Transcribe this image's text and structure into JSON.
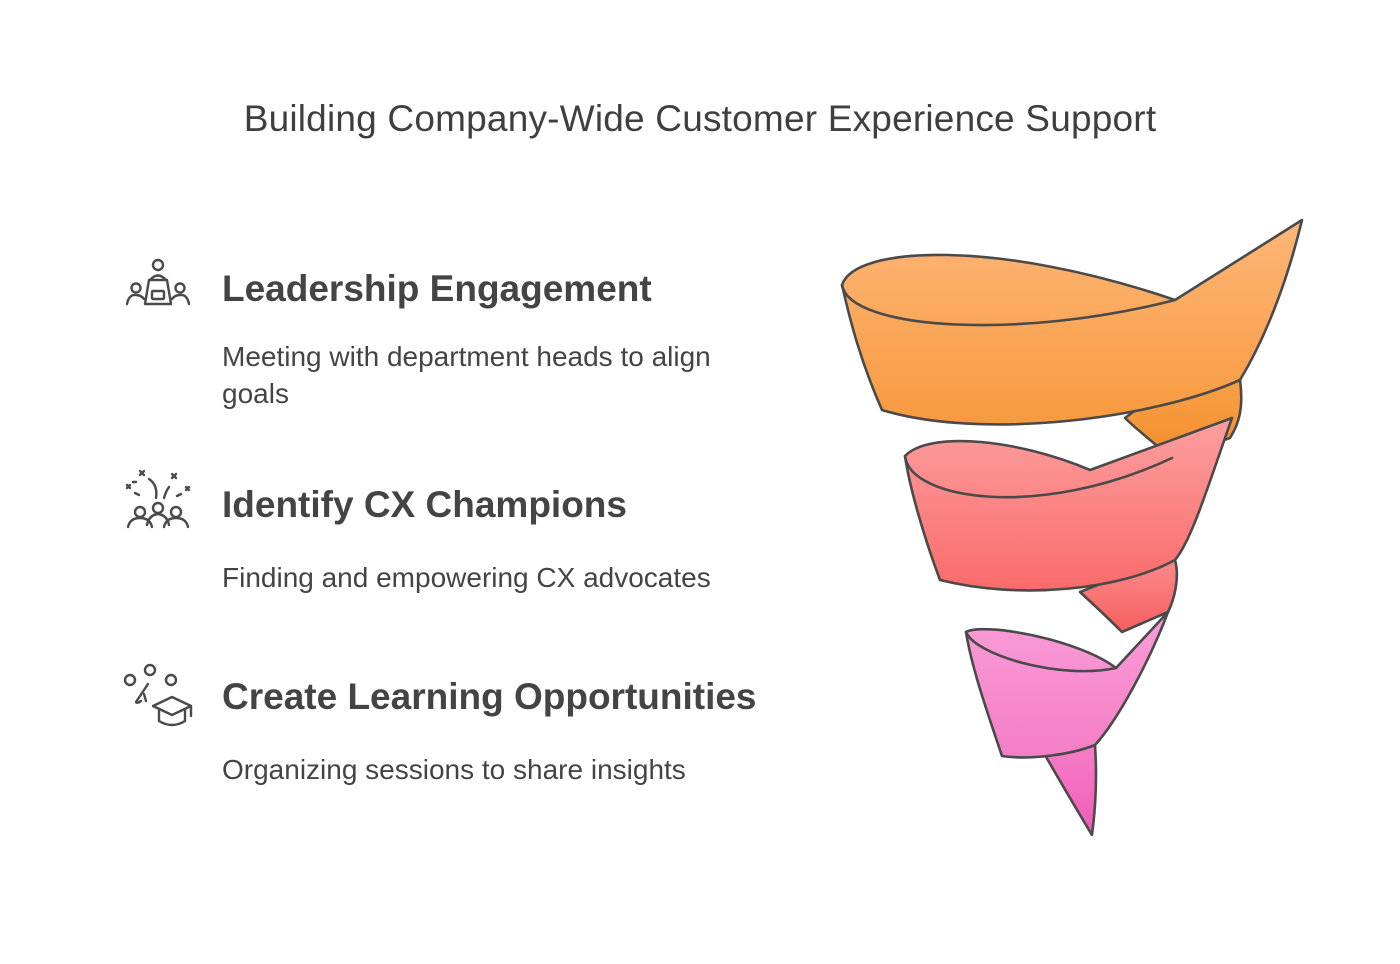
{
  "title": "Building Company-Wide Customer Experience Support",
  "steps": [
    {
      "title": "Leadership Engagement",
      "description": "Meeting with department heads to align goals",
      "icon": "leadership-meeting-icon"
    },
    {
      "title": "Identify CX Champions",
      "description": "Finding and empowering CX advocates",
      "icon": "champions-celebration-icon"
    },
    {
      "title": "Create Learning Opportunities",
      "description": "Organizing sessions to share insights",
      "icon": "graduation-learning-icon"
    }
  ],
  "colors": {
    "band_1": "#f9a352",
    "band_2": "#fa7b7b",
    "band_3": "#f68bd0",
    "outline": "#4a4a4a",
    "text": "#444444"
  }
}
